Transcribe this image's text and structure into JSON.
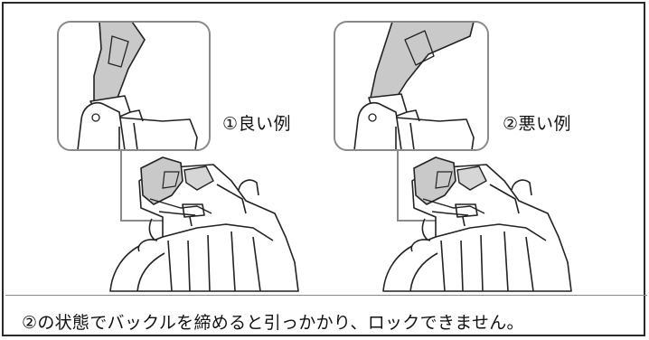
{
  "labels": {
    "good": "①良い例",
    "bad": "②悪い例"
  },
  "caption": "②の状態でバックルを締めると引っかかり、ロックできません。",
  "colors": {
    "border": "#2a2a2a",
    "callout_frame": "#8a8a8a",
    "strap_fill": "#c9c9c9",
    "line": "#222222"
  }
}
